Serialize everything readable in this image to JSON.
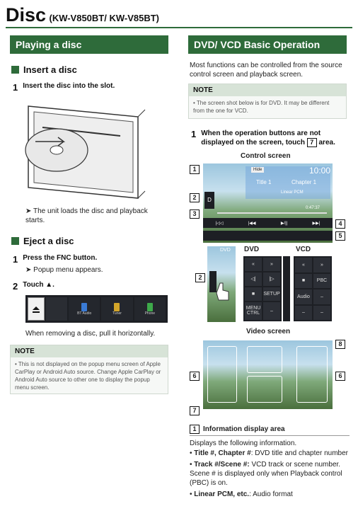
{
  "header": {
    "title": "Disc",
    "models": "(KW-V850BT/ KW-V85BT)"
  },
  "left": {
    "section_title": "Playing a disc",
    "insert": {
      "heading": "Insert a disc",
      "step1_num": "1",
      "step1_text": "Insert the disc into the slot.",
      "result_arrow": "➤",
      "result_text": "The unit loads the disc and playback starts."
    },
    "eject": {
      "heading": "Eject a disc",
      "step1_num": "1",
      "step1_prefix": "Press the ",
      "step1_key": "FNC",
      "step1_suffix": " button.",
      "step1_result": "Popup menu appears.",
      "step2_num": "2",
      "step2_text": "Touch ▲.",
      "popup_items": [
        "BT Audio",
        "Tuner",
        "Phone"
      ],
      "eject_icon": "eject-icon",
      "note_after": "When removing a disc, pull it horizontally."
    },
    "note": {
      "title": "NOTE",
      "text": "This is not displayed on the popup menu screen of Apple CarPlay or Android Auto source. Change Apple CarPlay or Android Auto source to other one to display the popup menu screen."
    }
  },
  "right": {
    "section_title": "DVD/ VCD Basic Operation",
    "intro": "Most functions can be controlled from the source control screen and playback screen.",
    "note": {
      "title": "NOTE",
      "text": "The screen shot below is for DVD. It may be different from the one for VCD."
    },
    "step1_num": "1",
    "step1_text_a": "When the operation buttons are not displayed on the screen, touch",
    "step1_box": "7",
    "step1_text_b": "area.",
    "control_screen_title": "Control screen",
    "control": {
      "hide": "Hide",
      "time": "10:00",
      "title": "Title 1",
      "chapter": "Chapter 1",
      "format": "Linear PCM",
      "playtime": "0:47:37",
      "d_label": "D"
    },
    "callouts": [
      "1",
      "2",
      "3",
      "4",
      "5",
      "2",
      "6",
      "6",
      "7",
      "8"
    ],
    "dvd_panel_title": "DVD",
    "vcd_panel_title": "VCD",
    "dvd_buttons": [
      "«",
      "»",
      "◁|",
      "|▷",
      "■",
      "SETUP",
      "MENU CTRL",
      "–"
    ],
    "vcd_buttons": [
      "«",
      "»",
      "■",
      "PBC",
      "Audio",
      "–",
      "–",
      "–"
    ],
    "dvd_source_label": "DVD",
    "video_screen_title": "Video screen",
    "info": {
      "box": "1",
      "heading": "Information display area",
      "desc": "Displays the following information.",
      "items": [
        {
          "bold": "Title #, Chapter #",
          "text": ": DVD title and chapter number"
        },
        {
          "bold": "Track #/Scene #:",
          "text": " VCD track or scene number. Scene # is displayed only when Playback control (PBC) is on."
        },
        {
          "bold": "Linear PCM, etc.",
          "text": ": Audio format"
        }
      ]
    }
  },
  "colors": {
    "accent": "#2e6b3a",
    "note_bg": "#d7e3d7"
  }
}
